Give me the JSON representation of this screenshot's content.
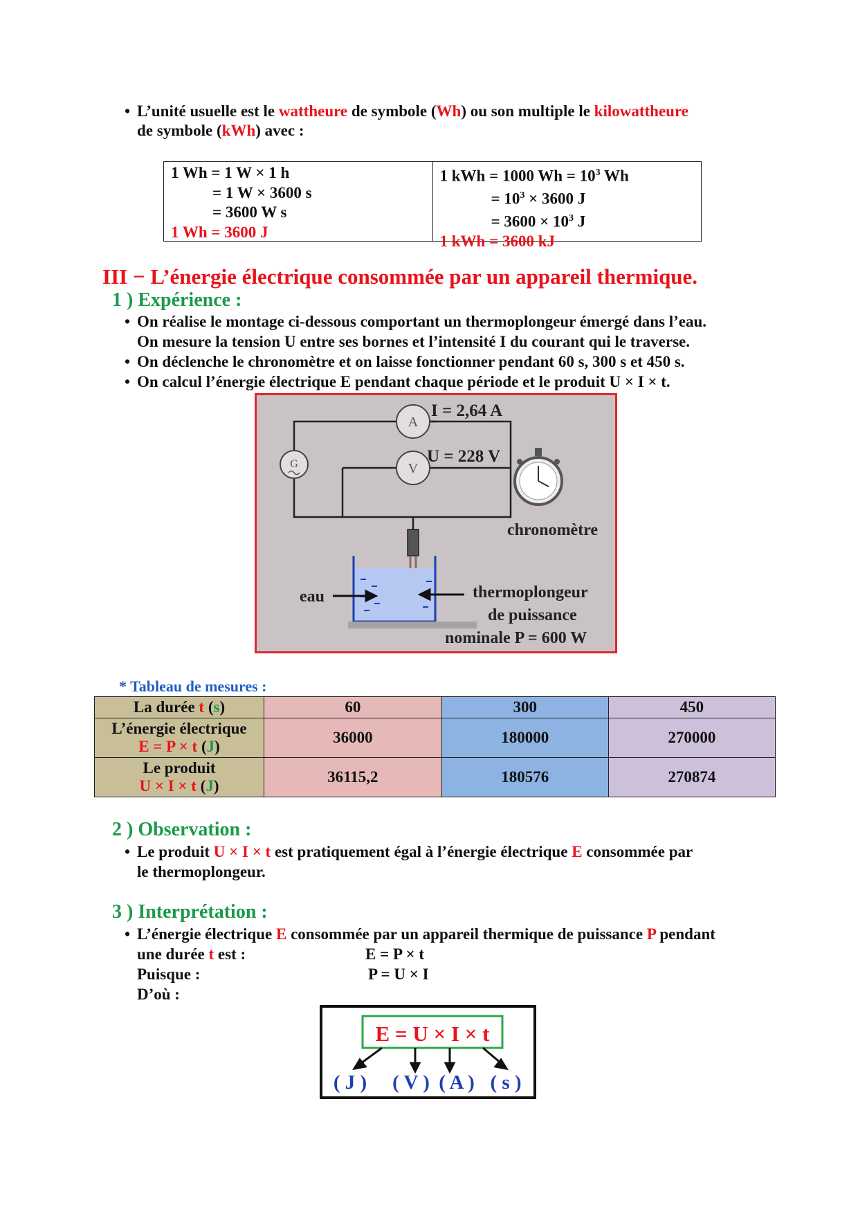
{
  "intro": {
    "line1_a": "L’unité usuelle est le ",
    "line1_b": "wattheure",
    "line1_c": " de symbole (",
    "line1_d": "Wh",
    "line1_e": ") ou son multiple le ",
    "line1_f": "kilowattheure",
    "line2_a": "de symbole (",
    "line2_b": "kWh",
    "line2_c": ") avec :"
  },
  "units_table": {
    "left": [
      "1 Wh = 1 W × 1 h",
      "= 1 W × 3600 s",
      "= 3600 W s",
      "1 Wh = 3600 J"
    ],
    "right_1a": "1 kWh = 1000 Wh = 10",
    "right_1b": "3",
    "right_1c": " Wh",
    "right_2a": "= 10",
    "right_2b": "3",
    "right_2c": " × 3600 J",
    "right_3a": "= 3600 × 10",
    "right_3b": "3",
    "right_3c": " J",
    "right_4": "1 kWh = 3600 kJ"
  },
  "section3": {
    "title": "III − L’énergie électrique consommée par un appareil thermique.",
    "sub1": "1 ) Expérience :",
    "b1_l1": "On réalise le montage ci-dessous comportant un thermoplongeur émergé dans l’eau.",
    "b1_l2": "On mesure la tension U entre ses bornes et l’intensité I du courant qui le traverse.",
    "b2": "On déclenche le chronomètre et on laisse fonctionner pendant 60 s, 300 s et 450 s.",
    "b3": "On calcul l’énergie électrique E pendant chaque période et le produit U × I × t."
  },
  "figure": {
    "ammeter": "A",
    "voltmeter": "V",
    "generator": "G",
    "current": "I = 2,64 A",
    "voltage": "U = 228 V",
    "chrono": "chronomètre",
    "water": "eau",
    "heater_1": "thermoplongeur",
    "heater_2": "de puissance",
    "heater_3": "nominale P = 600 W"
  },
  "table": {
    "caption": "* Tableau de mesures :",
    "r1_label_a": "La durée   ",
    "r1_label_b": "t",
    "r1_label_c": " (",
    "r1_label_d": "s",
    "r1_label_e": ")",
    "r2_label_1": "L’énergie électrique",
    "r2_label_2a": "E = P × t",
    "r2_label_2b": "   (",
    "r2_label_2c": "J",
    "r2_label_2d": ")",
    "r3_label_1": "Le produit",
    "r3_label_2a": "U × I × t",
    "r3_label_2b": "   (",
    "r3_label_2c": "J",
    "r3_label_2d": ")",
    "durations": [
      "60",
      "300",
      "450"
    ],
    "energies": [
      "36000",
      "180000",
      "270000"
    ],
    "products": [
      "36115,2",
      "180576",
      "270874"
    ]
  },
  "observation": {
    "title": "2 ) Observation :",
    "l1_a": "Le produit ",
    "l1_b": "U × I × t",
    "l1_c": " est pratiquement égal à l’énergie électrique ",
    "l1_d": "E",
    "l1_e": " consommée par",
    "l2": "le thermoplongeur."
  },
  "interpretation": {
    "title": "3 ) Interprétation :",
    "l1_a": "L’énergie électrique ",
    "l1_b": "E",
    "l1_c": " consommée par un appareil thermique de puissance ",
    "l1_d": "P",
    "l1_e": " pendant",
    "l2_a": "une durée ",
    "l2_b": "t",
    "l2_c": " est :",
    "l2_formula": "E = P × t",
    "l3": "Puisque :",
    "l3_formula": "P = U × I",
    "l4": "D’où :"
  },
  "formula": {
    "main": "E = U × I × t",
    "units": [
      "( J )",
      "( V )",
      "( A )",
      "( s )"
    ]
  }
}
